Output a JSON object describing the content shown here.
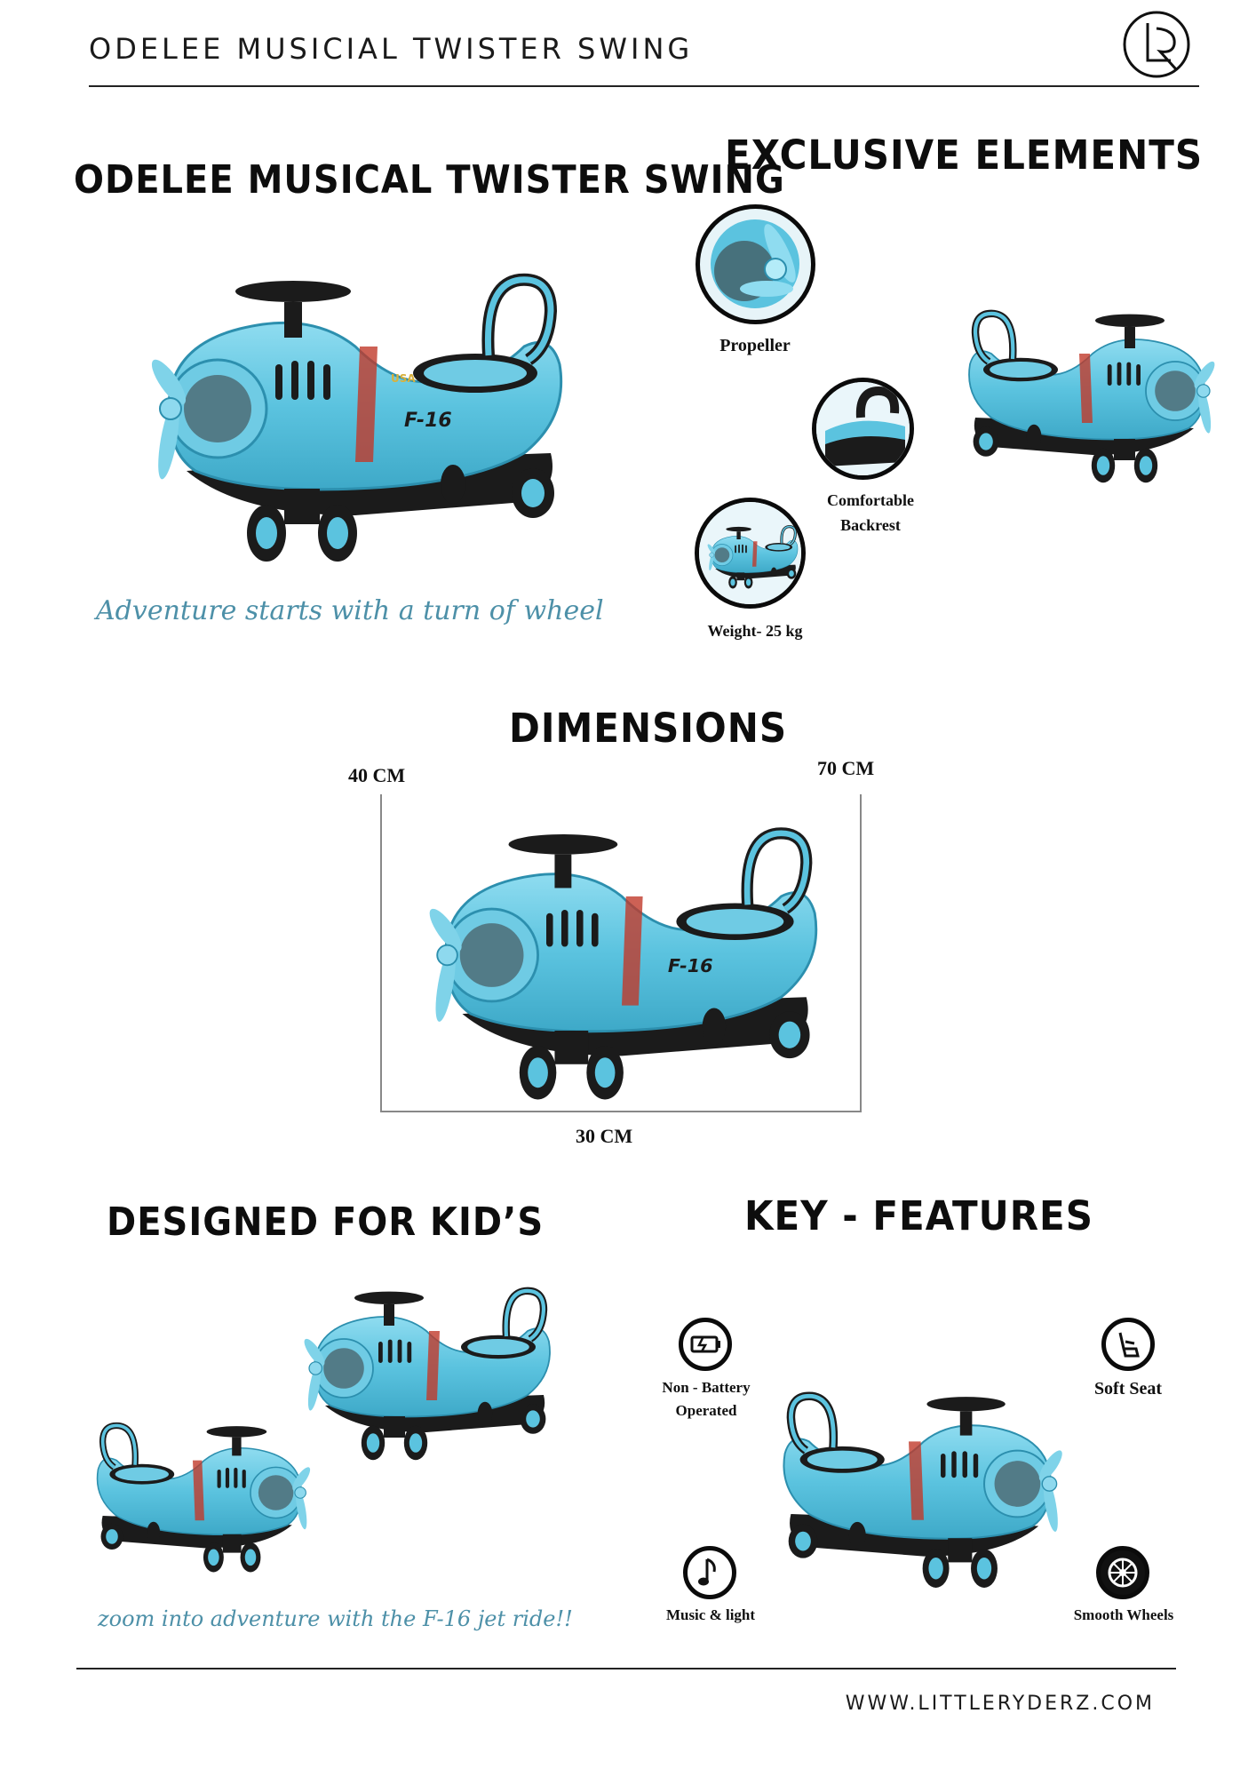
{
  "header": {
    "title": "ODELEE MUSICIAL TWISTER SWING",
    "logo_icon": "lr-monogram-icon"
  },
  "hero": {
    "title": "ODELEE MUSICAL TWISTER SWING",
    "tagline": "Adventure starts with a turn of wheel",
    "jet_text": "F-16",
    "badge_text": "USA"
  },
  "exclusive": {
    "title": "EXCLUSIVE ELEMENTS",
    "items": [
      {
        "label": "Propeller"
      },
      {
        "label_line1": "Comfortable",
        "label_line2": "Backrest"
      },
      {
        "label": "Weight- 25  kg"
      }
    ]
  },
  "dimensions": {
    "title": "DIMENSIONS",
    "height": "40 CM",
    "length": "70 CM",
    "width": "30 CM"
  },
  "designed": {
    "title": "DESIGNED FOR KID’S",
    "tagline": "zoom into adventure with the F-16 jet ride!!"
  },
  "features": {
    "title": "KEY - FEATURES",
    "items": [
      {
        "label_line1": "Non - Battery",
        "label_line2": "Operated",
        "icon": "battery-icon"
      },
      {
        "label": "Soft Seat",
        "icon": "car-seat-icon"
      },
      {
        "label": "Music & light",
        "icon": "music-note-icon"
      },
      {
        "label": "Smooth Wheels",
        "icon": "wheel-icon"
      }
    ]
  },
  "footer": {
    "website": "WWW.LITTLERYDERZ.COM"
  },
  "colors": {
    "body_blue": "#5bc3df",
    "dark": "#1b1b1b",
    "accent_tagline": "#4d90a8"
  }
}
